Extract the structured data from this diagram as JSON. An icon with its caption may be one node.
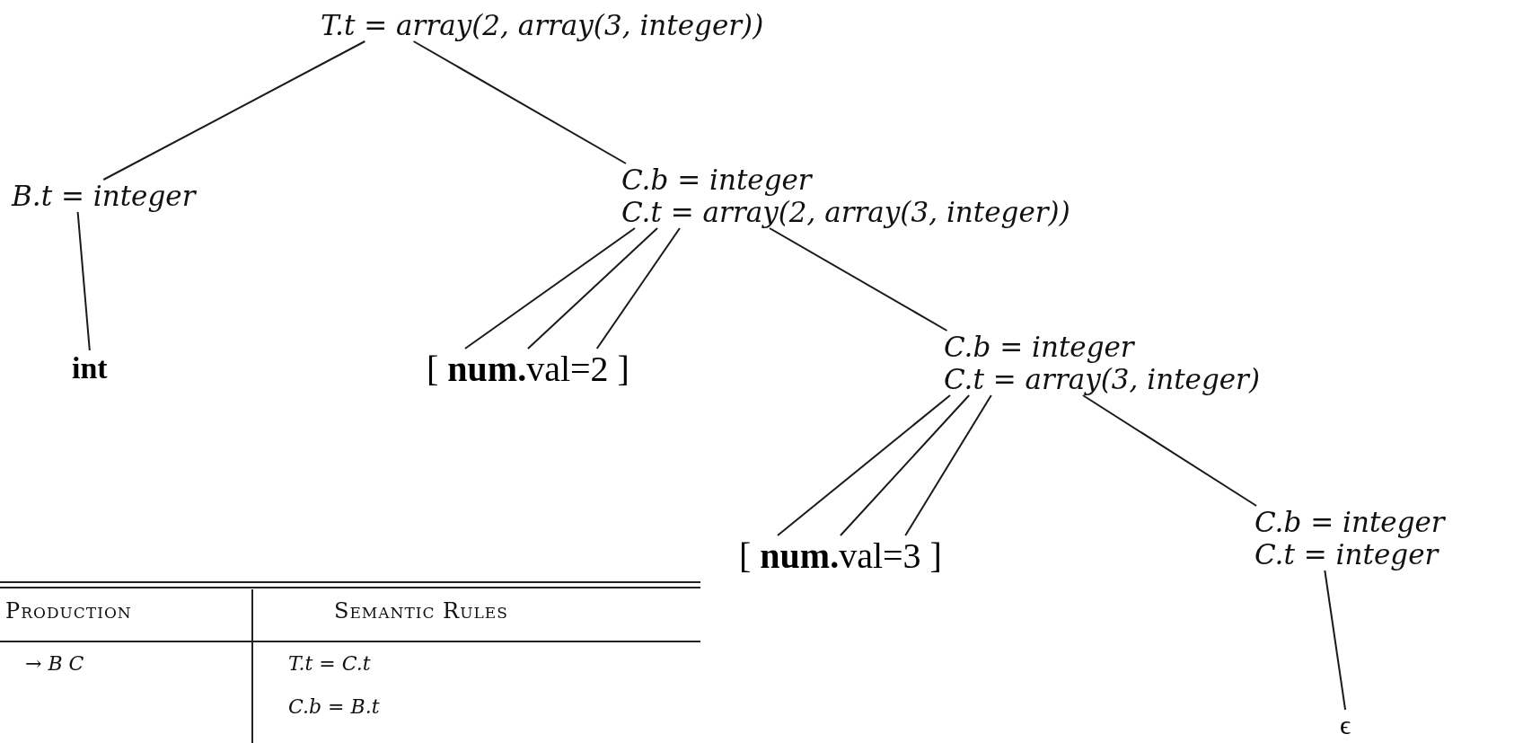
{
  "diagram": {
    "nodes": [
      {
        "text": [
          "T.t = array(2, array(3, integer))"
        ]
      },
      {
        "text": [
          "B.t = integer"
        ]
      },
      {
        "text": [
          "C.b = integer",
          "C.t = array(2, array(3, integer))"
        ]
      },
      {
        "text": [
          "int"
        ]
      },
      {
        "text": [
          "[ **num.**val=2 ]"
        ]
      },
      {
        "text": [
          "C.b = integer",
          "C.t = array(3, integer)"
        ]
      },
      {
        "text": [
          "[ **num.**val=3 ]"
        ]
      },
      {
        "text": [
          "C.b = integer",
          "C.t = integer"
        ]
      },
      {
        "text": [
          "ϵ"
        ]
      }
    ],
    "edges": [
      {
        "from": 0,
        "to": 1,
        "arrow": "none"
      },
      {
        "from": 0,
        "to": 2,
        "arrow": "none"
      },
      {
        "from": 1,
        "to": 3,
        "arrow": "none"
      },
      {
        "from": 2,
        "to": 4,
        "arrow": "none"
      },
      {
        "from": 2,
        "to": 4,
        "arrow": "none"
      },
      {
        "from": 2,
        "to": 4,
        "arrow": "none"
      },
      {
        "from": 2,
        "to": 5,
        "arrow": "none"
      },
      {
        "from": 5,
        "to": 6,
        "arrow": "none"
      },
      {
        "from": 5,
        "to": 6,
        "arrow": "none"
      },
      {
        "from": 5,
        "to": 6,
        "arrow": "none"
      },
      {
        "from": 5,
        "to": 7,
        "arrow": "none"
      },
      {
        "from": 7,
        "to": 8,
        "arrow": "none"
      }
    ],
    "labels": [
      "Production",
      "Semantic Rules",
      "→ B C",
      "T.t = C.t",
      "C.b = B.t"
    ]
  }
}
